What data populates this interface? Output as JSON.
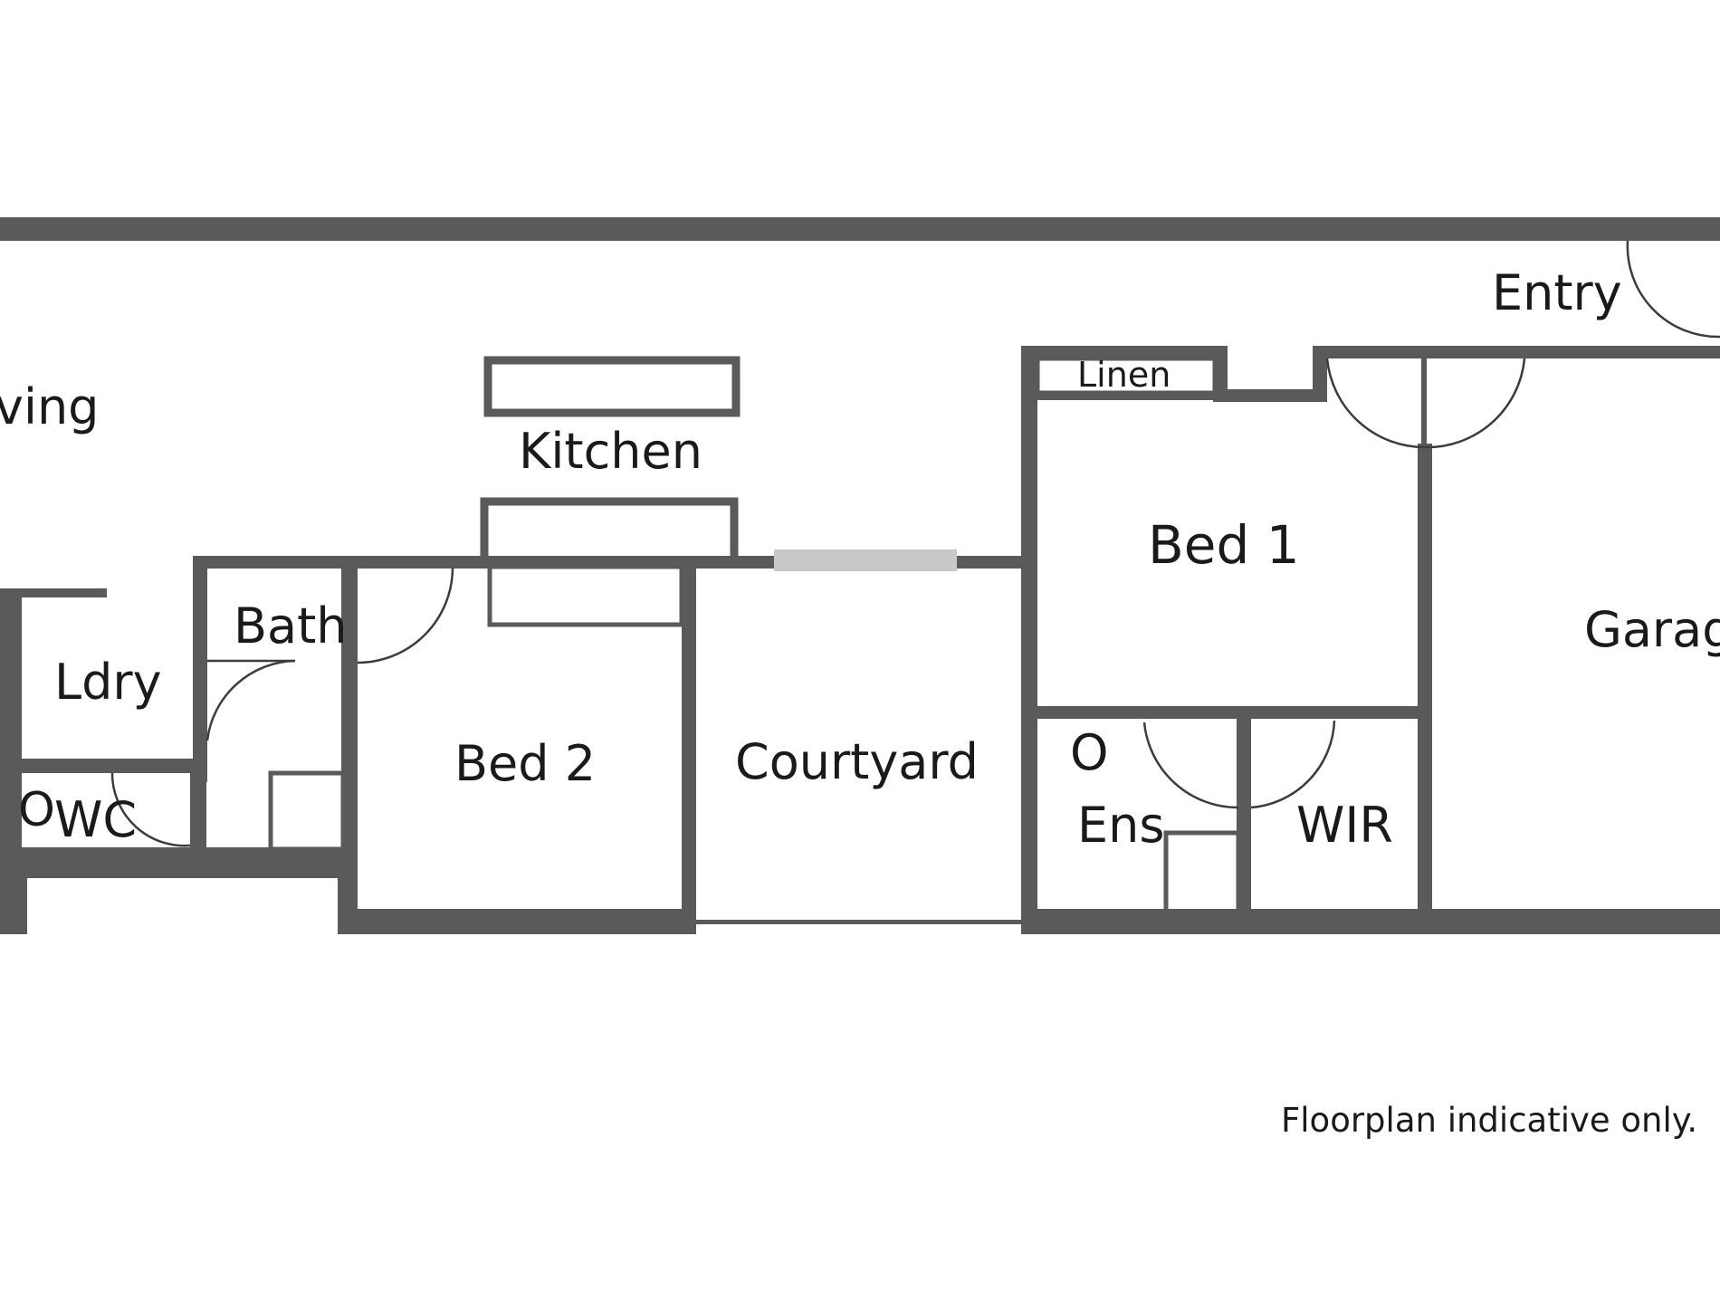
{
  "rooms": {
    "living": "ving",
    "kitchen": "Kitchen",
    "linen": "Linen",
    "entry": "Entry",
    "bed1": "Bed 1",
    "garage": "Garag",
    "bath": "Bath",
    "ldry": "Ldry",
    "wc": "WC",
    "bed2": "Bed 2",
    "courtyard": "Courtyard",
    "ens": "Ens",
    "wir": "WIR"
  },
  "fixtures": {
    "ens_toilet": "O",
    "wc_toilet": "O"
  },
  "note": "Floorplan indicative only.",
  "colors": {
    "wall": "#5a5a5a",
    "window": "#c8c8c8",
    "background": "#ffffff"
  }
}
